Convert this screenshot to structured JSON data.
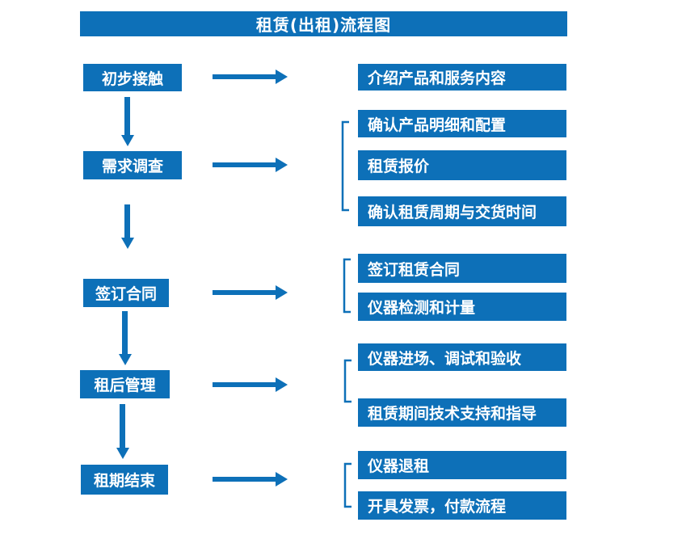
{
  "flowchart": {
    "title": "租赁(出租)流程图",
    "steps": [
      {
        "label": "初步接触",
        "details": [
          "介绍产品和服务内容"
        ]
      },
      {
        "label": "需求调查",
        "details": [
          "确认产品明细和配置",
          "租赁报价",
          "确认租赁周期与交货时间"
        ]
      },
      {
        "label": "签订合同",
        "details": [
          "签订租赁合同",
          "仪器检测和计量"
        ]
      },
      {
        "label": "租后管理",
        "details": [
          "仪器进场、调试和验收",
          "租赁期间技术支持和指导"
        ]
      },
      {
        "label": "租期结束",
        "details": [
          "仪器退租",
          "开具发票，付款流程"
        ]
      }
    ],
    "colors": {
      "accent": "#0d70b8",
      "box_text": "#ffffff",
      "background": "#ffffff"
    }
  }
}
